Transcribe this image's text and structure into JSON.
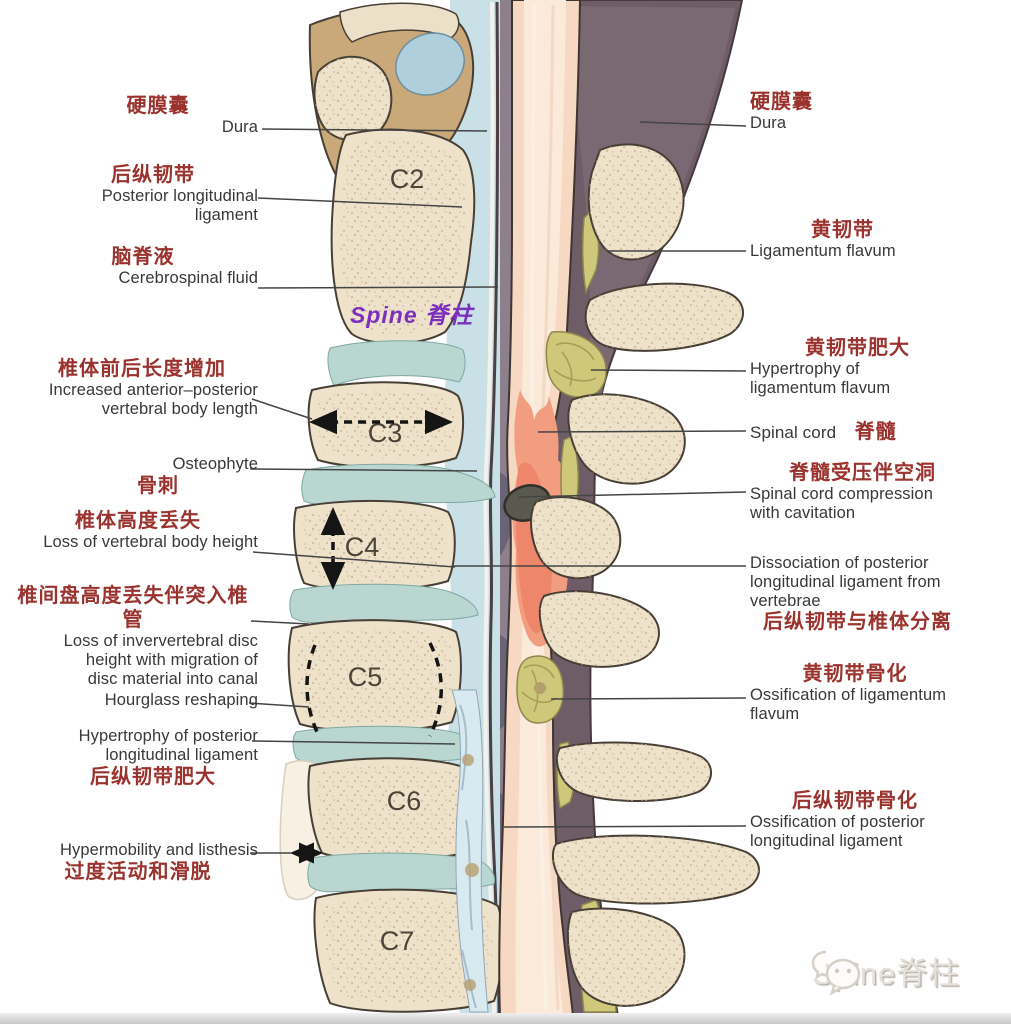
{
  "vertebrae": [
    "C2",
    "C3",
    "C4",
    "C5",
    "C6",
    "C7"
  ],
  "watermark": {
    "text": "Spine 脊柱"
  },
  "logo": {
    "icon": "wechat-icon",
    "text": "Spine脊柱"
  },
  "labels_left": [
    {
      "zh": "硬膜囊",
      "en": "Dura"
    },
    {
      "zh": "后纵韧带",
      "en": "Posterior longitudinal ligament"
    },
    {
      "zh": "脑脊液",
      "en": "Cerebrospinal fluid"
    },
    {
      "zh": "椎体前后长度增加",
      "en": "Increased anterior–posterior vertebral body length"
    },
    {
      "en": "Osteophyte",
      "zh": "骨刺"
    },
    {
      "zh": "椎体高度丢失",
      "en": "Loss of vertebral body height"
    },
    {
      "zh": "椎间盘高度丢失伴突入椎管",
      "en": "Loss of inververtebral disc height with migration of disc material into canal"
    },
    {
      "en": "Hourglass reshaping"
    },
    {
      "en": "Hypertrophy of posterior longitudinal ligament",
      "zh": "后纵韧带肥大"
    },
    {
      "en": "Hypermobility and listhesis",
      "zh": "过度活动和滑脱"
    }
  ],
  "labels_right": [
    {
      "zh": "硬膜囊",
      "en": "Dura"
    },
    {
      "zh": "黄韧带",
      "en": "Ligamentum flavum"
    },
    {
      "zh": "黄韧带肥大",
      "en": "Hypertrophy of ligamentum flavum"
    },
    {
      "en": "Spinal cord",
      "zh": "脊髓"
    },
    {
      "zh": "脊髓受压伴空洞",
      "en": "Spinal cord compression with cavitation"
    },
    {
      "en": "Dissociation of posterior longitudinal ligament from vertebrae",
      "zh": "后纵韧带与椎体分离"
    },
    {
      "zh": "黄韧带骨化",
      "en": "Ossification of ligamentum flavum"
    },
    {
      "zh": "后纵韧带骨化",
      "en": "Ossification of posterior longitudinal ligament"
    }
  ],
  "colors": {
    "label_chinese_red": "#9a332e",
    "label_english": "#383838",
    "bone_fill": "#efe2cb",
    "bone_speckle": "#c8b391",
    "bone_tan": "#c9a979",
    "disc_teal": "#b9d7d0",
    "csf_blue": "#c9e0e6",
    "dura_dark": "#6e5c66",
    "epidural_mauve": "#8e7f8c",
    "cord_pink": "#f7d9c3",
    "cord_core": "#fbe9d9",
    "compression_red": "#f29c80",
    "cavity_gray": "#59594f",
    "flavum_yellow": "#cfc87b",
    "watermark_purple": "#7a2fbe",
    "logo_gray": "#e6e1da"
  }
}
